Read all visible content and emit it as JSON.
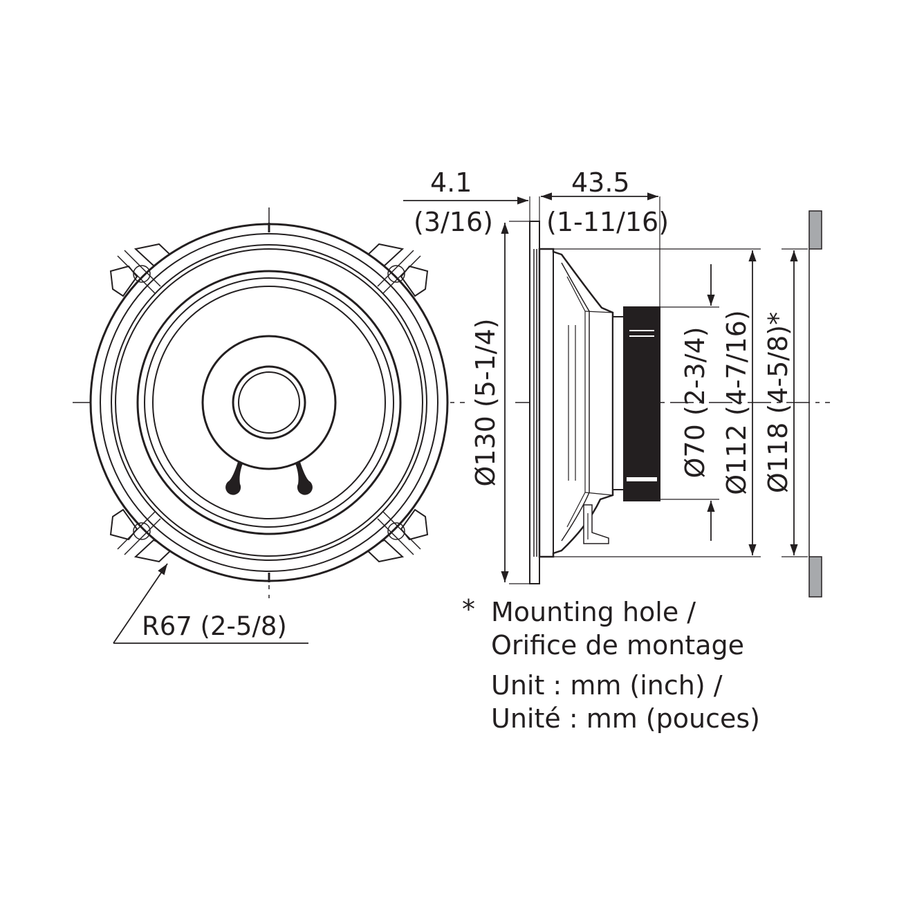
{
  "dimensions": {
    "depth_flange": "4.1",
    "depth_flange_in": "(3/16)",
    "depth_body": "43.5",
    "depth_body_in": "(1-11/16)",
    "dia_130": "Ø130 (5-1/4)",
    "dia_70": "Ø70 (2-3/4)",
    "dia_112": "Ø112 (4-7/16)",
    "dia_118": "Ø118 (4-5/8)*",
    "radius": "R67 (2-5/8)"
  },
  "notes": {
    "asterisk": "*",
    "mounting_en": "Mounting hole /",
    "mounting_fr": "Orifice de montage",
    "unit_en": "Unit : mm (inch) /",
    "unit_fr": "Unité : mm (pouces)"
  },
  "colors": {
    "line": "#231f20",
    "panel": "#a7a9ac",
    "magnet": "#231f20"
  }
}
